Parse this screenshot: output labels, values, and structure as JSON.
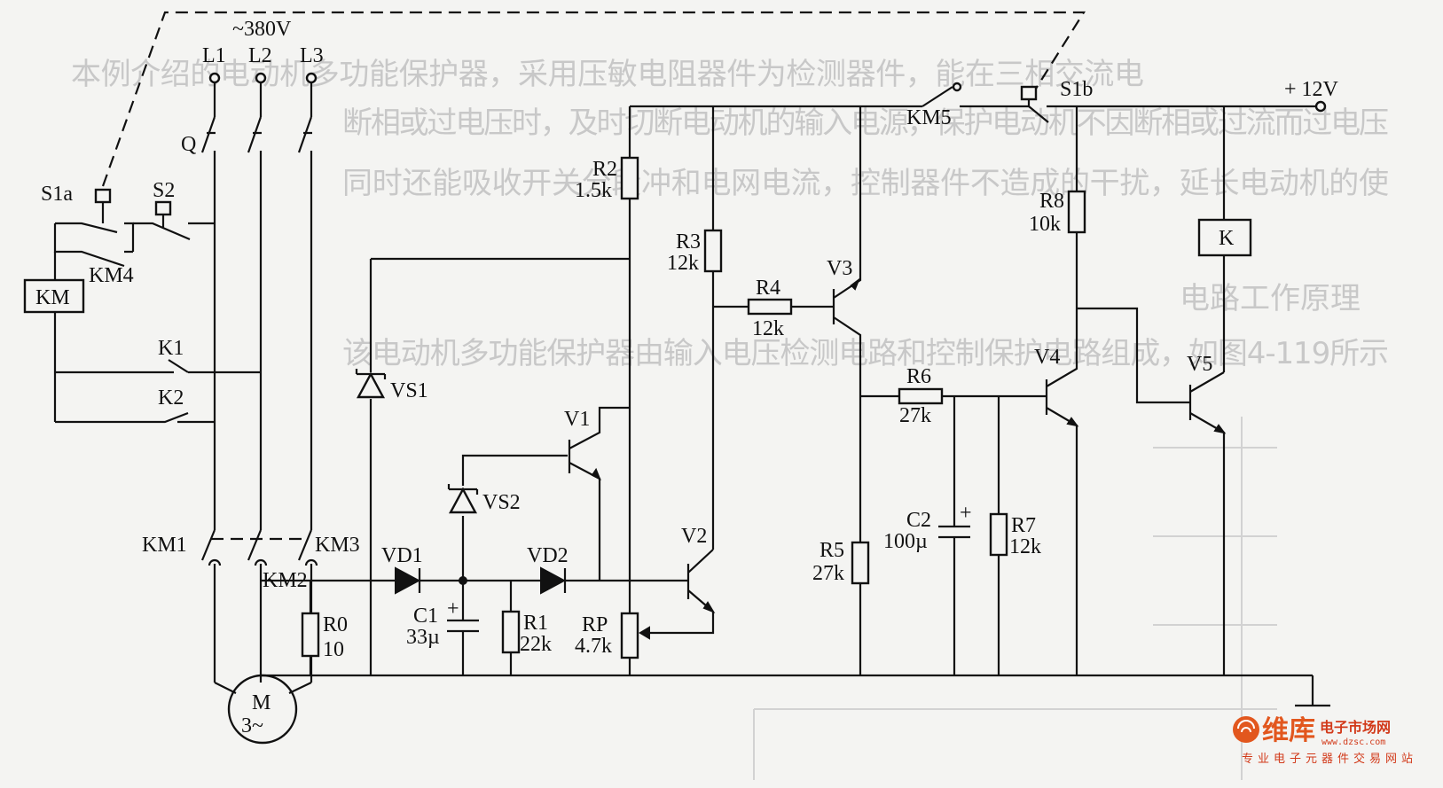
{
  "supply": {
    "ac": "~380V",
    "phases": [
      "L1",
      "L2",
      "L3"
    ],
    "dc": "+ 12V"
  },
  "switches": {
    "Q": "Q",
    "S1a": "S1a",
    "S1b": "S1b",
    "S2": "S2",
    "KM1": "KM1",
    "KM2": "KM2",
    "KM3": "KM3",
    "KM4": "KM4",
    "KM5": "KM5",
    "K1": "K1",
    "K2": "K2"
  },
  "coils": {
    "KM": "KM",
    "K": "K"
  },
  "motor": {
    "name": "M",
    "type": "3~"
  },
  "resistors": [
    {
      "name": "R0",
      "value": "10"
    },
    {
      "name": "R1",
      "value": "22k"
    },
    {
      "name": "R2",
      "value": "1.5k"
    },
    {
      "name": "R3",
      "value": "12k"
    },
    {
      "name": "R4",
      "value": "12k"
    },
    {
      "name": "R5",
      "value": "27k"
    },
    {
      "name": "R6",
      "value": "27k"
    },
    {
      "name": "R7",
      "value": "12k"
    },
    {
      "name": "R8",
      "value": "10k"
    }
  ],
  "potentiometer": {
    "name": "RP",
    "value": "4.7k"
  },
  "capacitors": [
    {
      "name": "C1",
      "value": "33µ",
      "polarity": "+"
    },
    {
      "name": "C2",
      "value": "100µ",
      "polarity": "+"
    }
  ],
  "diodes": [
    "VD1",
    "VD2"
  ],
  "zeners": [
    "VS1",
    "VS2"
  ],
  "transistors": [
    "V1",
    "V2",
    "V3",
    "V4",
    "V5"
  ],
  "bleed_through": {
    "line1": "本例介绍的电动机多功能保护器，采用压敏电阻器件为检测器件，能在三相交流电",
    "line2": "断相或过电压时，及时切断电动机的输入电源，保护电动机不因断相或过流而过电压",
    "line3": "同时还能吸收开关分段冲和电网电流，控制器件不造成的干扰，延长电动机的使",
    "heading": "电路工作原理",
    "line4": "该电动机多功能保护器由输入电压检测电路和控制保护电路组成，如图4-119所示"
  },
  "watermark": {
    "brand": "维库",
    "site": "电子市场网",
    "url": "www.dzsc.com",
    "tagline": "专业电子元器件交易网站"
  }
}
